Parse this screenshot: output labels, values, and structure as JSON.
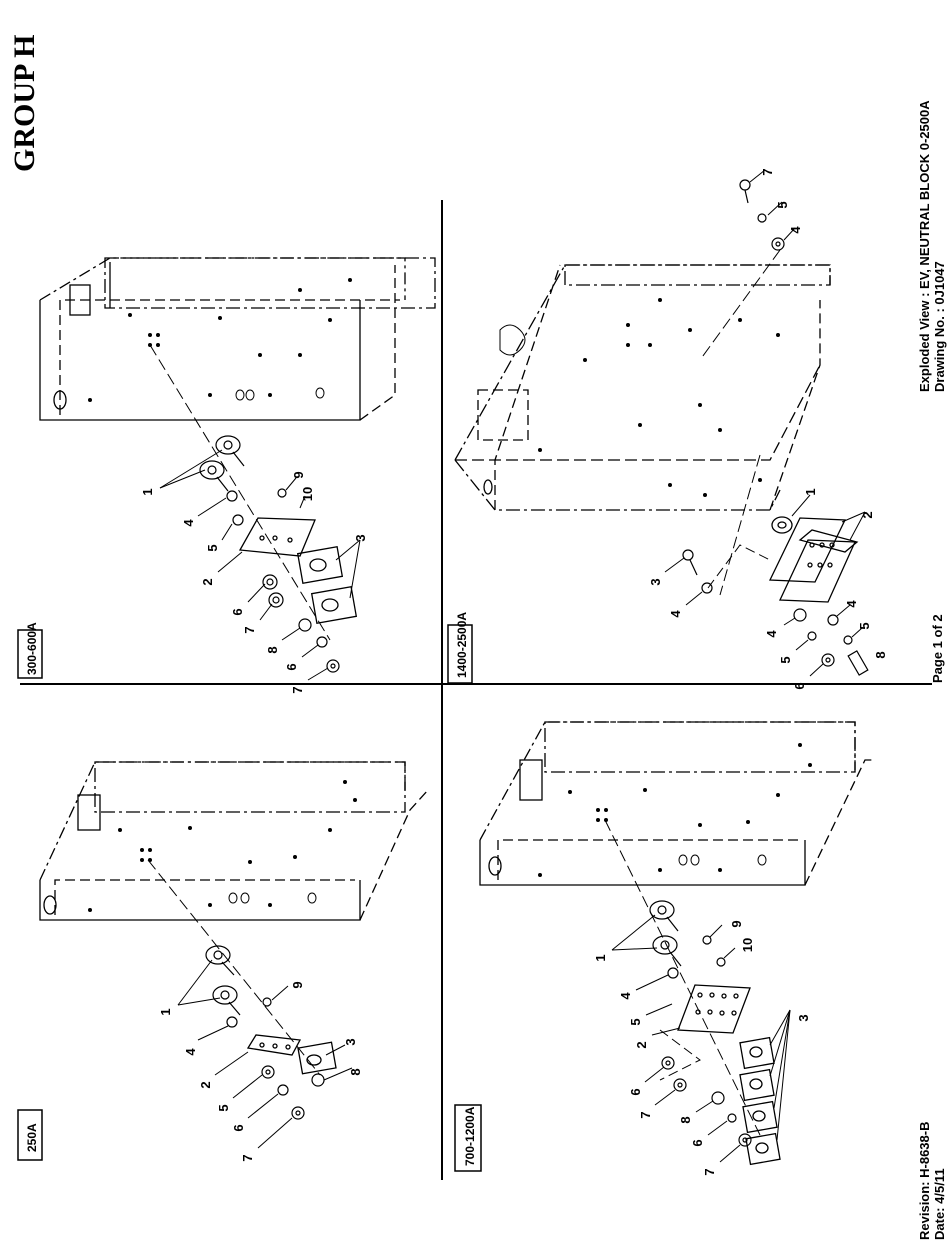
{
  "header": {
    "title": "GROUP H"
  },
  "sheet_info": {
    "description": "Exploded View : EV, NEUTRAL BLOCK 0-2500A",
    "drawing_no": "Drawing No. : 0J1047",
    "page": "Page 1 of 2",
    "revision": "Revision: H-8638-B",
    "date": "Date: 4/5/11"
  },
  "panels": [
    {
      "id": "p250",
      "label": "250A",
      "callouts": [
        "1",
        "4",
        "2",
        "5",
        "6",
        "7",
        "9",
        "3",
        "8"
      ]
    },
    {
      "id": "p300",
      "label": "300-600A",
      "callouts": [
        "1",
        "4",
        "5",
        "2",
        "9",
        "10",
        "3",
        "6",
        "7",
        "8",
        "6",
        "7"
      ]
    },
    {
      "id": "p700",
      "label": "700-1200A",
      "callouts": [
        "1",
        "4",
        "5",
        "2",
        "9",
        "10",
        "3",
        "6",
        "7",
        "8",
        "6",
        "7"
      ]
    },
    {
      "id": "p1400",
      "label": "1400-2500A",
      "callouts": [
        "7",
        "5",
        "4",
        "1",
        "2",
        "3",
        "4",
        "4",
        "5",
        "6",
        "4",
        "5",
        "8"
      ]
    }
  ],
  "colors": {
    "ink": "#000000",
    "paper": "#ffffff"
  }
}
